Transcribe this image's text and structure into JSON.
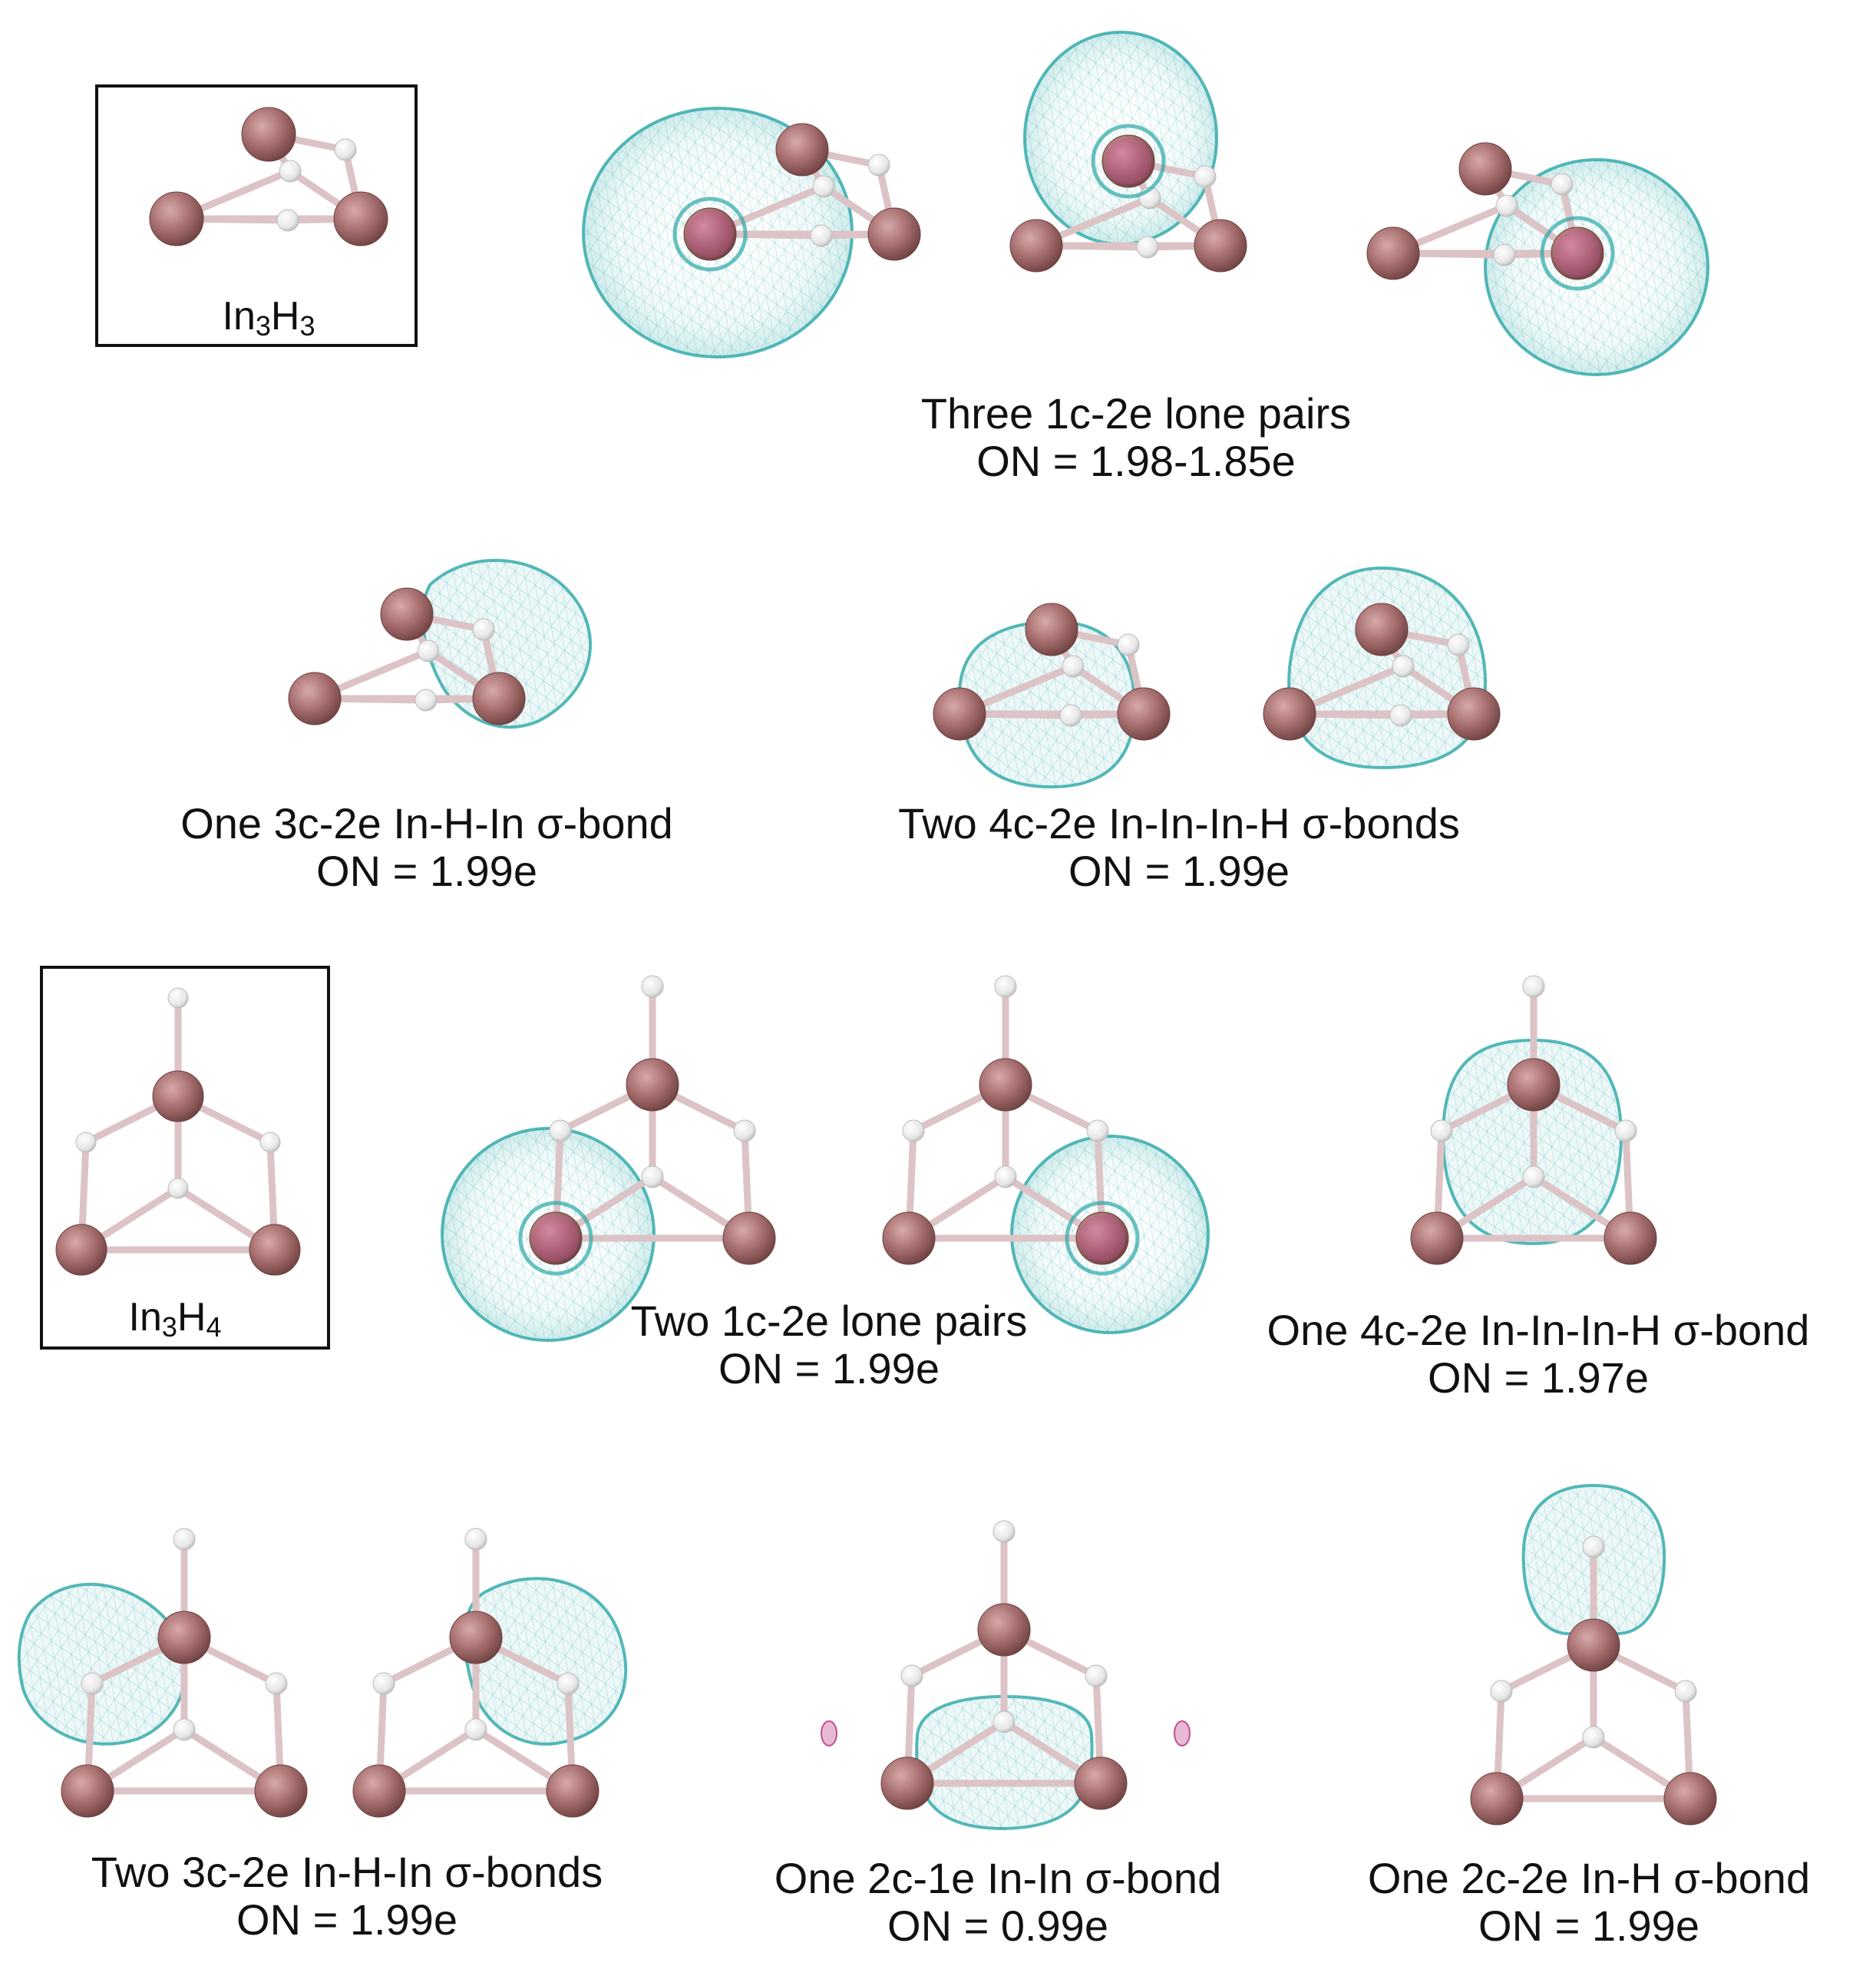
{
  "palette": {
    "indium": "#a56d6d",
    "hydrogen": "#f2f2f2",
    "bond": "#dcc3c6",
    "orbital": "#2aa6a6",
    "negative_lobe": "#c24f92"
  },
  "molecules": {
    "in3h3": {
      "element1": "In",
      "count1": "3",
      "element2": "H",
      "count2": "3"
    },
    "in3h4": {
      "element1": "In",
      "count1": "3",
      "element2": "H",
      "count2": "4"
    }
  },
  "captions": [
    {
      "text": "Three 1c-2e lone pairs",
      "on": "ON = 1.98-1.85e"
    },
    {
      "text": "One 3c-2e In-H-In σ-bond",
      "on": "ON = 1.99e"
    },
    {
      "text": "Two 4c-2e In-In-In-H σ-bonds",
      "on": "ON = 1.99e"
    },
    {
      "text": "Two 1c-2e lone pairs",
      "on": "ON = 1.99e"
    },
    {
      "text": "One 4c-2e In-In-In-H σ-bond",
      "on": "ON = 1.97e"
    },
    {
      "text": "Two 3c-2e In-H-In σ-bonds",
      "on": "ON = 1.99e"
    },
    {
      "text": "One 2c-1e In-In σ-bond",
      "on": "ON = 0.99e"
    },
    {
      "text": "One 2c-2e In-H σ-bond",
      "on": "ON = 1.99e"
    }
  ]
}
